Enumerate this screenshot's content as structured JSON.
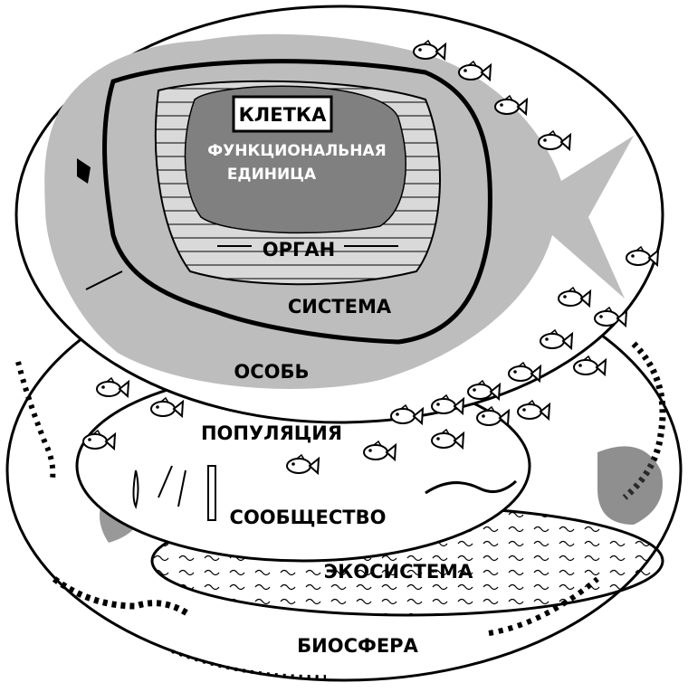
{
  "labels": {
    "cell": "КЛЕТКА",
    "functional_unit_line1": "ФУНКЦИОНАЛЬНАЯ",
    "functional_unit_line2": "ЕДИНИЦА",
    "organ": "ОРГАН",
    "system": "СИСТЕМА",
    "individual": "ОСОБЬ",
    "population": "ПОПУЛЯЦИЯ",
    "community": "СООБЩЕСТВО",
    "ecosystem": "ЭКОСИСТЕМА",
    "biosphere": "БИОСФЕРА"
  },
  "colors": {
    "background": "#ffffff",
    "outline": "#000000",
    "individual_fill": "#bdbdbd",
    "organ_fill": "#d9d9d9",
    "cell_fill": "#808080"
  }
}
